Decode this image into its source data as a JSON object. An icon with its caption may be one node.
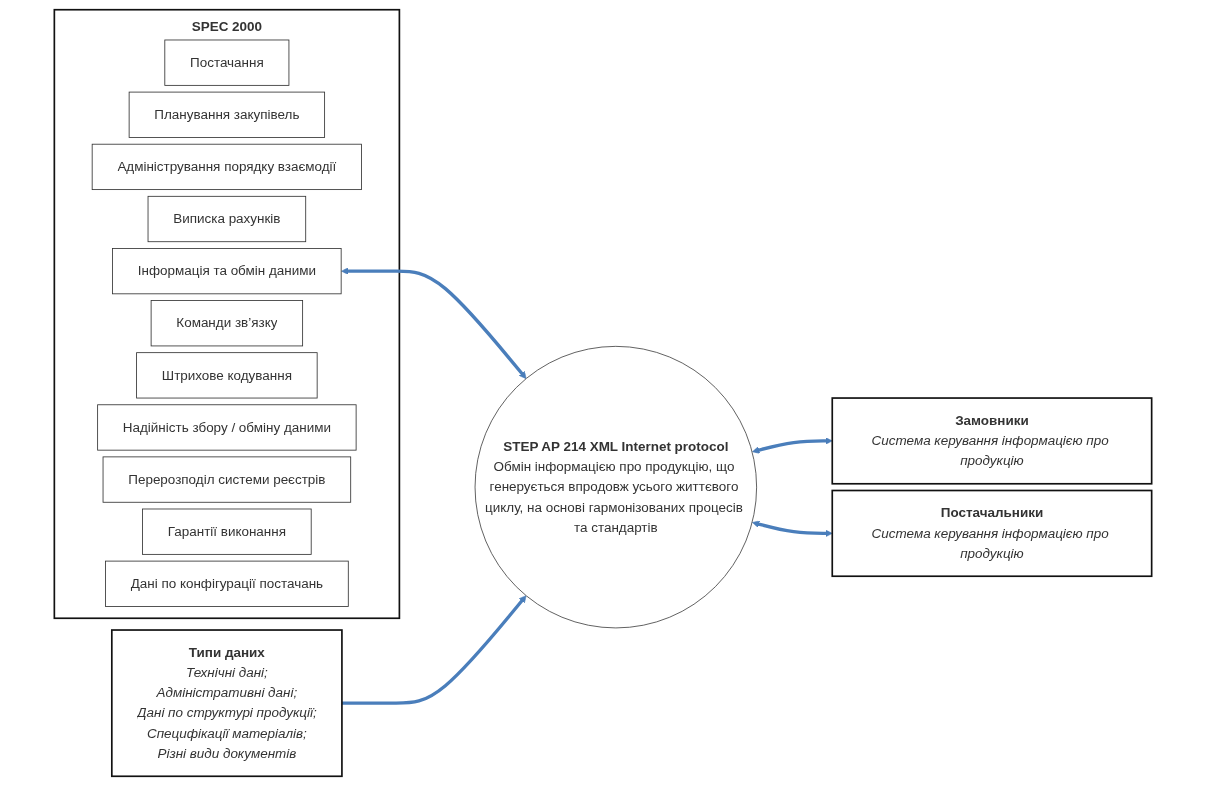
{
  "diagram": {
    "nodes": [
      {
        "text": [
          "SPEC 2000"
        ]
      },
      {
        "text": [
          "Постачання"
        ],
        "in": 0
      },
      {
        "text": [
          "Планування закупівель"
        ],
        "in": 0
      },
      {
        "text": [
          "Адміністрування порядку взаємодії"
        ],
        "in": 0
      },
      {
        "text": [
          "Виписка рахунків"
        ],
        "in": 0
      },
      {
        "text": [
          "Інформація та обмін даними"
        ],
        "in": 0
      },
      {
        "text": [
          "Команди зв’язку"
        ],
        "in": 0
      },
      {
        "text": [
          "Штрихове кодування"
        ],
        "in": 0
      },
      {
        "text": [
          "Надійність збору / обміну даними"
        ],
        "in": 0
      },
      {
        "text": [
          "Перерозподіл системи реєстрів"
        ],
        "in": 0
      },
      {
        "text": [
          "Гарантії виконання"
        ],
        "in": 0
      },
      {
        "text": [
          "Дані по конфігурації постачань"
        ],
        "in": 0
      },
      {
        "text": [
          "STEP AP 214 XML Internet protocol",
          "Обмін інформацією про продукцію, що генерується впродовж усього життєвого циклу, на основі гармонізованих процесів та стандартів"
        ]
      },
      {
        "text": [
          "Замовники",
          "Система керування інформацією про продукцію"
        ]
      },
      {
        "text": [
          "Постачальники",
          "Система керування інформацією про продукцію"
        ]
      },
      {
        "text": [
          "Типи даних",
          "Технічні дані;",
          "Адміністративні дані;",
          "Дані по структурі продукції;",
          "Специфікації матеріалів;",
          "Різні види документів"
        ]
      }
    ],
    "edges": [
      {
        "from": 5,
        "to": 12,
        "arrow": "both"
      },
      {
        "from": 12,
        "to": 13,
        "arrow": "both"
      },
      {
        "from": 12,
        "to": 14,
        "arrow": "both"
      },
      {
        "from": 15,
        "to": 12,
        "arrow": "to"
      }
    ]
  }
}
